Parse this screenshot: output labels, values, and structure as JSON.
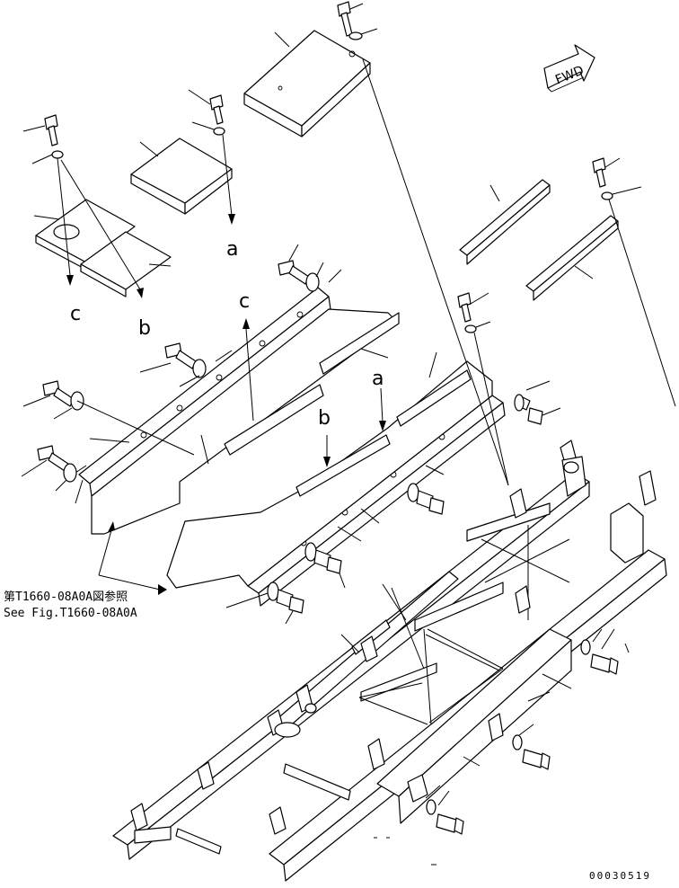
{
  "diagram": {
    "forward_label": "FWD",
    "callouts": {
      "a_upper": "a",
      "b_upper": "b",
      "c_upper": "c",
      "a_lower": "a",
      "b_lower": "b",
      "c_lower": "c"
    },
    "reference_jp": "第T1660-08A0A図参照",
    "reference_en": "See Fig.T1660-08A0A",
    "figure_id": "00030519"
  }
}
